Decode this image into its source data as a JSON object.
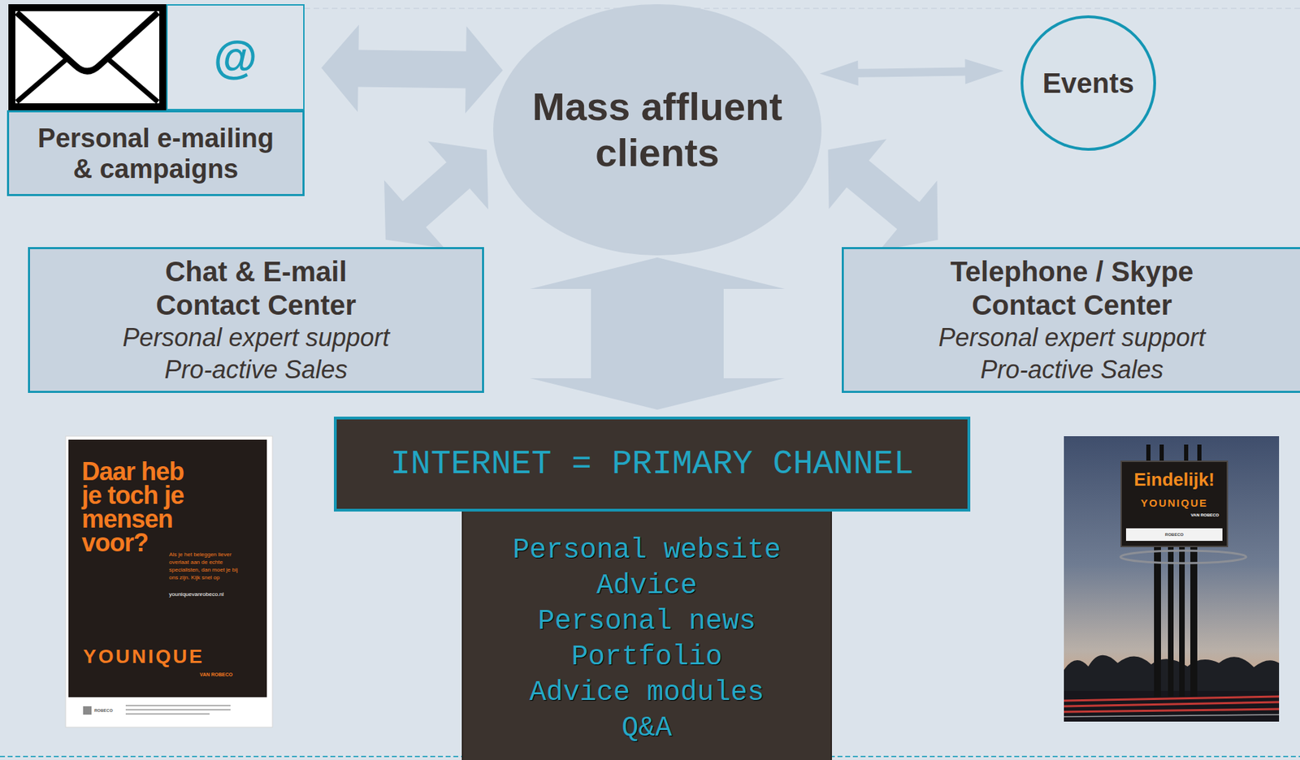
{
  "diagram": {
    "nodes": [
      {
        "text": [
          "@"
        ]
      },
      {
        "text": [
          "Personal e-mailing & campaigns"
        ]
      },
      {
        "text": [
          "Mass affluent clients"
        ]
      },
      {
        "text": [
          "Events"
        ]
      },
      {
        "text": [
          "Chat & E-mail Contact Center",
          "Personal expert support",
          "Pro-active Sales"
        ]
      },
      {
        "text": [
          "Telephone / Skype Contact Center",
          "Personal expert support",
          "Pro-active Sales"
        ]
      },
      {
        "text": [
          "INTERNET = PRIMARY CHANNEL"
        ]
      },
      {
        "text": [
          "Personal website",
          "Advice",
          "Personal news",
          "Portfolio",
          "Advice modules",
          "Q&A"
        ]
      }
    ],
    "edges": [
      {
        "from": 0,
        "to": 2,
        "arrow": "both"
      },
      {
        "from": 2,
        "to": 3,
        "arrow": "both"
      },
      {
        "from": 2,
        "to": 4,
        "arrow": "both"
      },
      {
        "from": 2,
        "to": 5,
        "arrow": "both"
      },
      {
        "from": 2,
        "to": 6,
        "arrow": "both"
      }
    ],
    "labels": [
      "Daar heb je toch je mensen voor?",
      "Als je het beleggen liever overlaat aan de echte specialisten, dan moet je bij ons zijn. Kijk snel op",
      "youniquevanrobeco.nl",
      "YOUNIQUE",
      "VAN ROBECO",
      "ROBECO",
      "Eindelijk!",
      "YOUNIQUE",
      "VAN ROBECO",
      "ROBECO"
    ]
  }
}
